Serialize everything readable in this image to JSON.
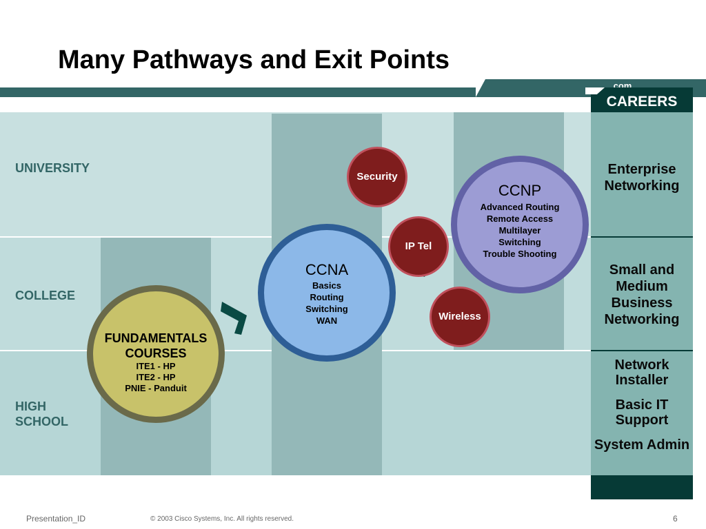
{
  "slide": {
    "title": "Many Pathways and Exit Points",
    "logo_text": ".com",
    "careers_label": "CAREERS"
  },
  "levels": [
    "UNIVERSITY",
    "COLLEGE",
    "HIGH SCHOOL"
  ],
  "careers": {
    "university": "Enterprise Networking",
    "college": "Small and Medium Business Networking",
    "high_school": [
      "Network Installer",
      "Basic IT Support",
      "System Admin"
    ]
  },
  "fundamentals": {
    "title": "FUNDAMENTALS COURSES",
    "items": [
      "ITE1 - HP",
      "ITE2 - HP",
      "PNIE - Panduit"
    ]
  },
  "ccna": {
    "title": "CCNA",
    "items": [
      "Basics",
      "Routing",
      "Switching",
      "WAN"
    ]
  },
  "ccnp": {
    "title": "CCNP",
    "items": [
      "Advanced Routing",
      "Remote Access",
      "Multilayer Switching",
      "Trouble Shooting"
    ]
  },
  "specialties": [
    "Security",
    "IP Tel",
    "Wireless"
  ],
  "footer": {
    "presentation_id": "Presentation_ID",
    "copyright": "© 2003 Cisco Systems, Inc. All rights reserved.",
    "page_number": "6"
  },
  "colors": {
    "header_bar": "#336666",
    "careers_dark": "#063a36",
    "fundamentals_fill": "#c8c26a",
    "ccna_fill": "#8cb8e8",
    "ccnp_fill": "#9c9cd4",
    "specialty_fill": "#7f1d1d"
  }
}
